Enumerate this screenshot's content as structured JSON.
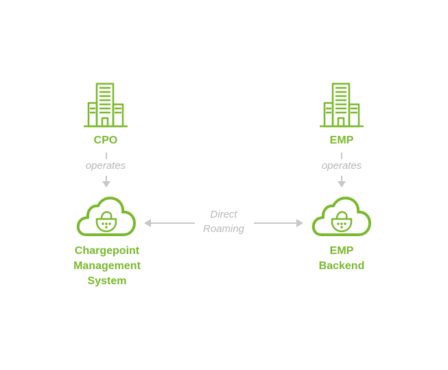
{
  "nodes": {
    "cpo_org": {
      "label": "CPO",
      "icon": "building-icon"
    },
    "emp_org": {
      "label": "EMP",
      "icon": "building-icon"
    },
    "cpms": {
      "label_lines": [
        "Chargepoint",
        "Management",
        "System"
      ],
      "icon": "cloud-charger-icon"
    },
    "emp_backend": {
      "label_lines": [
        "EMP",
        "Backend"
      ],
      "icon": "cloud-charger-icon"
    }
  },
  "edges": {
    "cpo_operates": "operates",
    "emp_operates": "operates",
    "roaming_lines": [
      "Direct",
      "Roaming"
    ]
  },
  "colors": {
    "accent": "#7ab82d",
    "muted": "#b8b8b8"
  }
}
